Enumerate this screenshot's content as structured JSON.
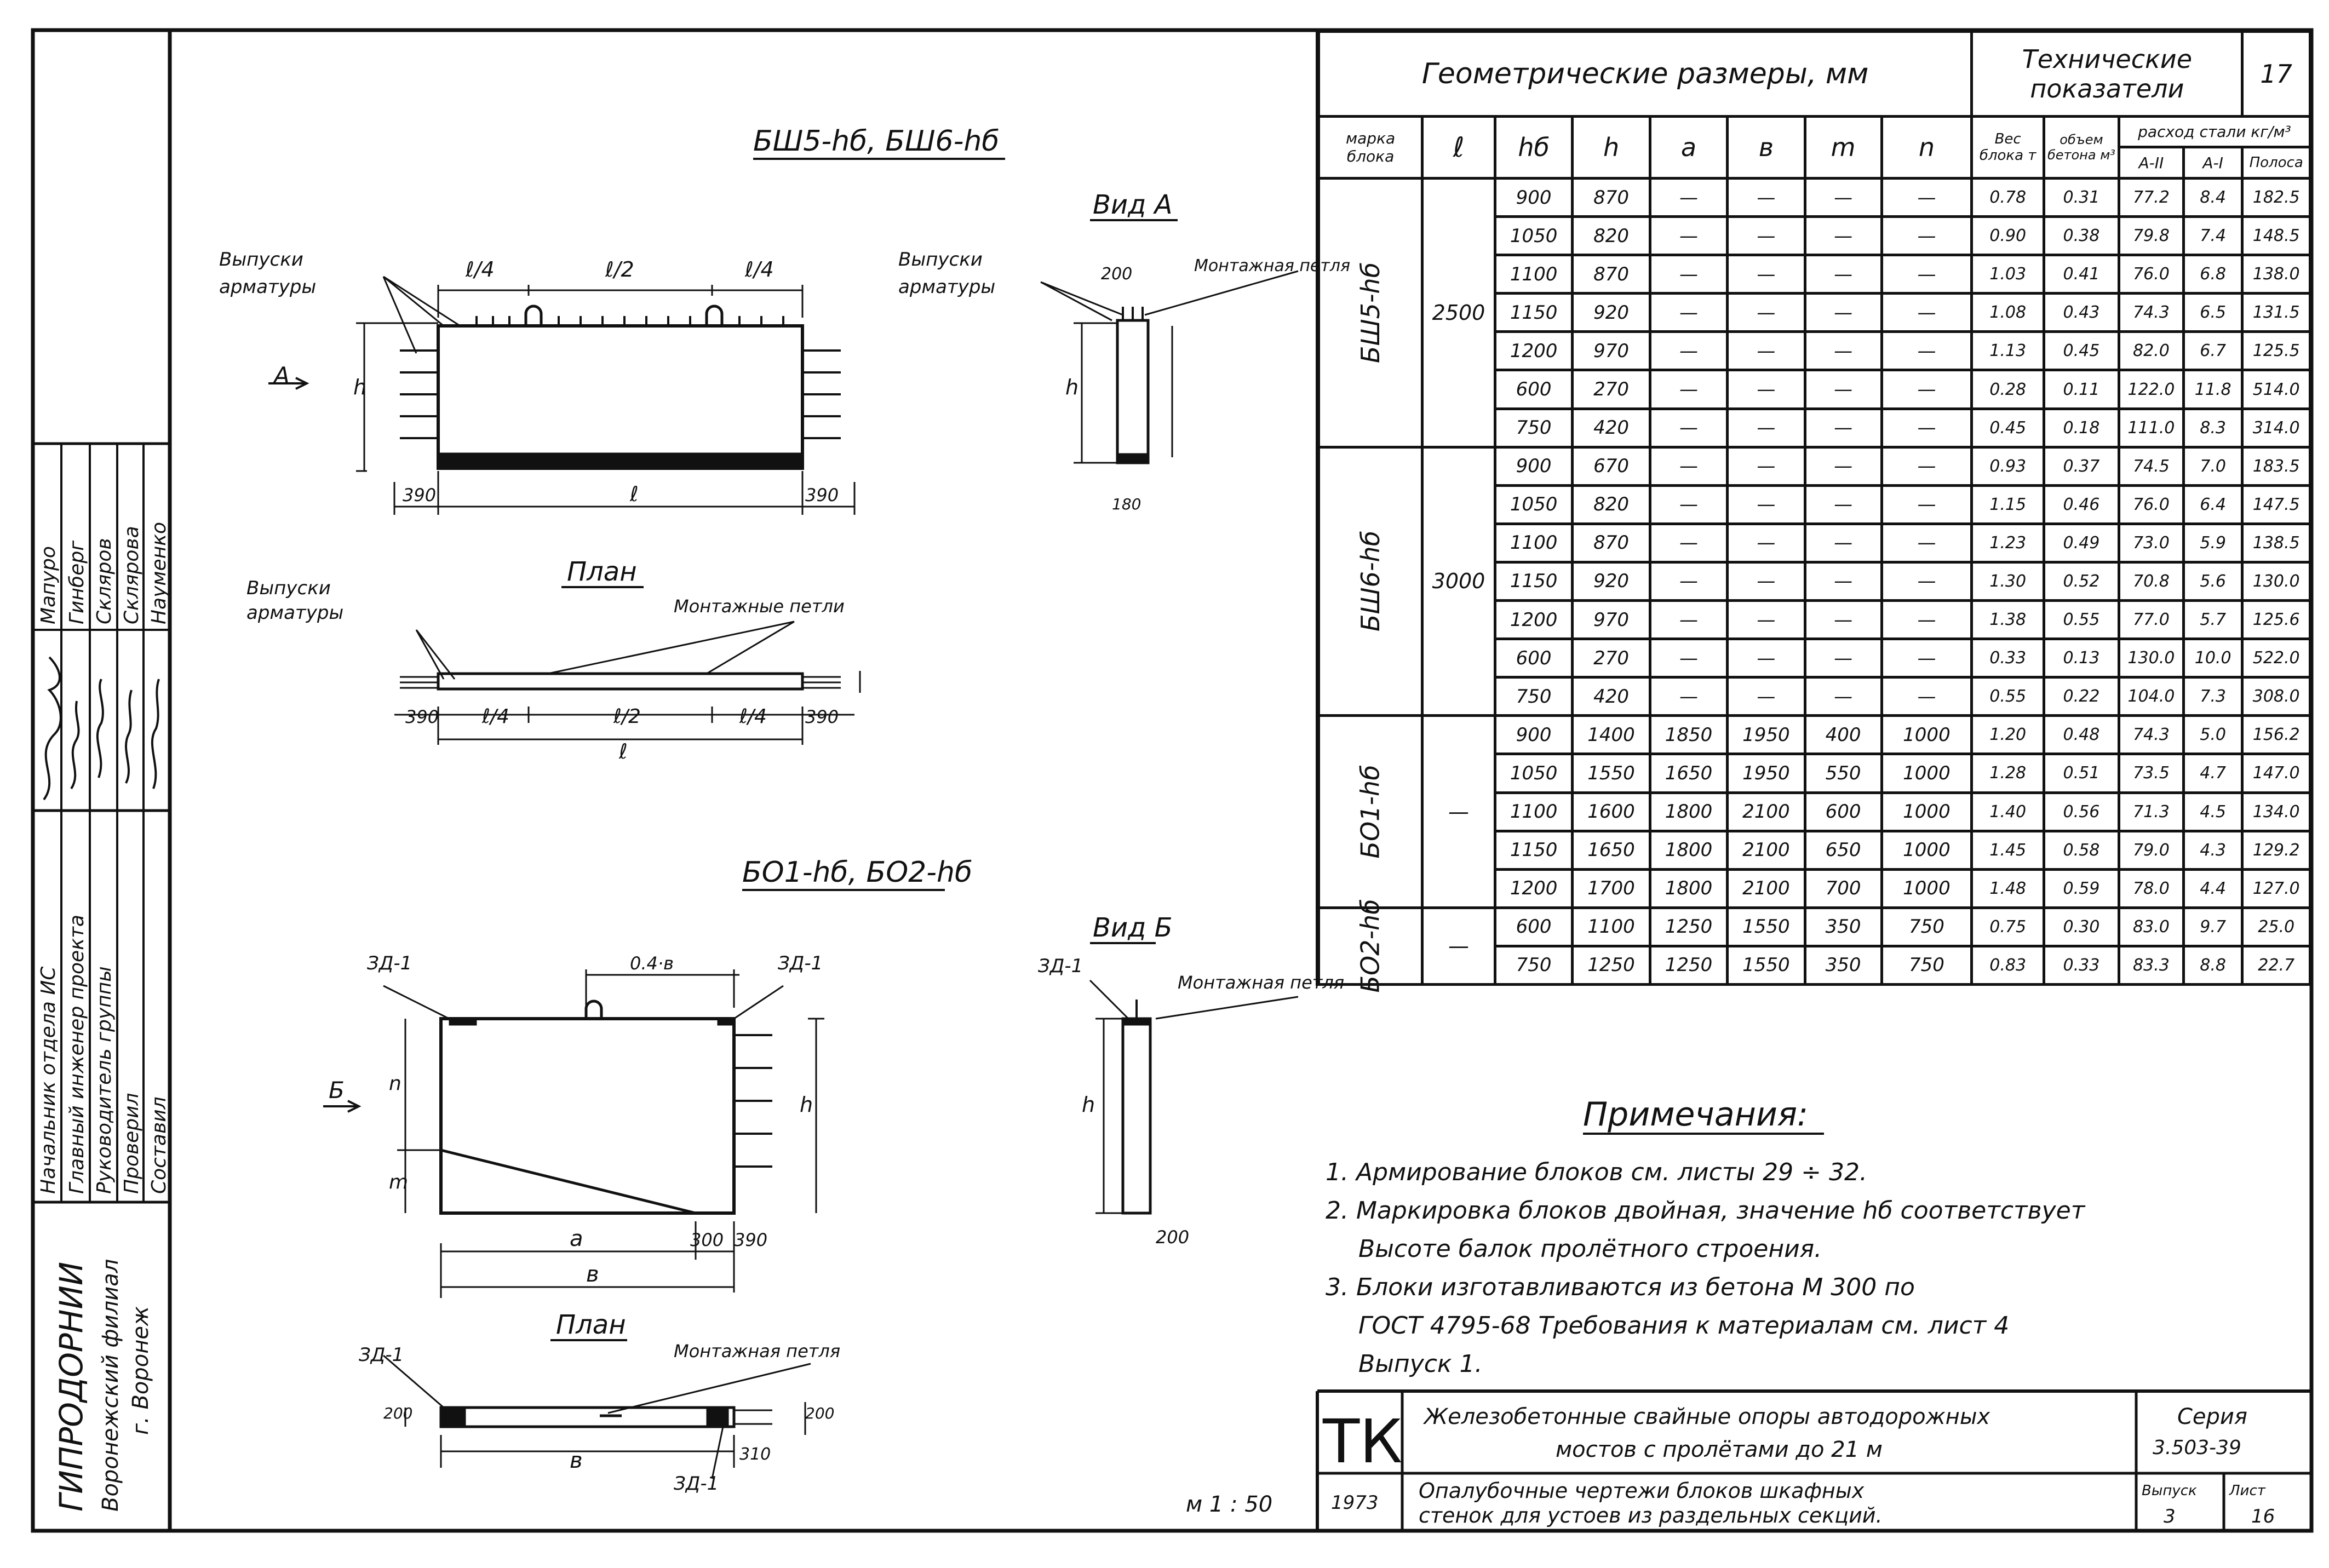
{
  "sheet_number": "17",
  "table": {
    "header_geo": "Геометрические размеры, мм",
    "header_tech": "Технические показатели",
    "col_mark": "марка блока",
    "col_l": "ℓ",
    "col_hb": "hб",
    "col_h": "h",
    "col_a": "a",
    "col_b": "в",
    "col_m": "m",
    "col_n": "n",
    "col_weight": "Вес блока т",
    "col_volume": "объем бетона м³",
    "col_steel": "расход стали кг/м³",
    "col_a2": "А-II",
    "col_a1": "А-I",
    "col_strip": "Полоса",
    "groups": [
      {
        "mark": "БШ5-hб",
        "l": "2500",
        "rows": [
          [
            "900",
            "870",
            "—",
            "—",
            "—",
            "—",
            "0.78",
            "0.31",
            "77.2",
            "8.4",
            "182.5"
          ],
          [
            "1050",
            "820",
            "—",
            "—",
            "—",
            "—",
            "0.90",
            "0.38",
            "79.8",
            "7.4",
            "148.5"
          ],
          [
            "1100",
            "870",
            "—",
            "—",
            "—",
            "—",
            "1.03",
            "0.41",
            "76.0",
            "6.8",
            "138.0"
          ],
          [
            "1150",
            "920",
            "—",
            "—",
            "—",
            "—",
            "1.08",
            "0.43",
            "74.3",
            "6.5",
            "131.5"
          ],
          [
            "1200",
            "970",
            "—",
            "—",
            "—",
            "—",
            "1.13",
            "0.45",
            "82.0",
            "6.7",
            "125.5"
          ],
          [
            "600",
            "270",
            "—",
            "—",
            "—",
            "—",
            "0.28",
            "0.11",
            "122.0",
            "11.8",
            "514.0"
          ],
          [
            "750",
            "420",
            "—",
            "—",
            "—",
            "—",
            "0.45",
            "0.18",
            "111.0",
            "8.3",
            "314.0"
          ]
        ]
      },
      {
        "mark": "БШ6-hб",
        "l": "3000",
        "rows": [
          [
            "900",
            "670",
            "—",
            "—",
            "—",
            "—",
            "0.93",
            "0.37",
            "74.5",
            "7.0",
            "183.5"
          ],
          [
            "1050",
            "820",
            "—",
            "—",
            "—",
            "—",
            "1.15",
            "0.46",
            "76.0",
            "6.4",
            "147.5"
          ],
          [
            "1100",
            "870",
            "—",
            "—",
            "—",
            "—",
            "1.23",
            "0.49",
            "73.0",
            "5.9",
            "138.5"
          ],
          [
            "1150",
            "920",
            "—",
            "—",
            "—",
            "—",
            "1.30",
            "0.52",
            "70.8",
            "5.6",
            "130.0"
          ],
          [
            "1200",
            "970",
            "—",
            "—",
            "—",
            "—",
            "1.38",
            "0.55",
            "77.0",
            "5.7",
            "125.6"
          ],
          [
            "600",
            "270",
            "—",
            "—",
            "—",
            "—",
            "0.33",
            "0.13",
            "130.0",
            "10.0",
            "522.0"
          ],
          [
            "750",
            "420",
            "—",
            "—",
            "—",
            "—",
            "0.55",
            "0.22",
            "104.0",
            "7.3",
            "308.0"
          ]
        ]
      },
      {
        "mark": "БО1-hб",
        "l": "—",
        "rows": [
          [
            "900",
            "1400",
            "1850",
            "1950",
            "400",
            "1000",
            "1.20",
            "0.48",
            "74.3",
            "5.0",
            "156.2"
          ],
          [
            "1050",
            "1550",
            "1650",
            "1950",
            "550",
            "1000",
            "1.28",
            "0.51",
            "73.5",
            "4.7",
            "147.0"
          ],
          [
            "1100",
            "1600",
            "1800",
            "2100",
            "600",
            "1000",
            "1.40",
            "0.56",
            "71.3",
            "4.5",
            "134.0"
          ],
          [
            "1150",
            "1650",
            "1800",
            "2100",
            "650",
            "1000",
            "1.45",
            "0.58",
            "79.0",
            "4.3",
            "129.2"
          ],
          [
            "1200",
            "1700",
            "1800",
            "2100",
            "700",
            "1000",
            "1.48",
            "0.59",
            "78.0",
            "4.4",
            "127.0"
          ]
        ]
      },
      {
        "mark": "БО2-hб",
        "l": "—",
        "rows": [
          [
            "600",
            "1100",
            "1250",
            "1550",
            "350",
            "750",
            "0.75",
            "0.30",
            "83.0",
            "9.7",
            "25.0"
          ],
          [
            "750",
            "1250",
            "1250",
            "1550",
            "350",
            "750",
            "0.83",
            "0.33",
            "83.3",
            "8.8",
            "22.7"
          ]
        ]
      }
    ]
  },
  "notes": {
    "title": "Примечания:",
    "items": [
      "1. Армирование блоков см. листы 29 ÷ 32.",
      "2. Маркировка блоков двойная, значение hб соответствует",
      "Высоте балок пролётного строения.",
      "3. Блоки изготавливаются из бетона М 300 по",
      "ГОСТ 4795-68 Требования к материалам см. лист 4",
      "Выпуск 1."
    ]
  },
  "title_block": {
    "logo": "ТК",
    "project_line1": "Железобетонные свайные опоры автодорожных",
    "project_line2": "мостов с пролётами до 21 м",
    "series_label": "Серия",
    "series_value": "3.503-39",
    "year": "1973",
    "drawing_line1": "Опалубочные чертежи блоков шкафных",
    "drawing_line2": "стенок для устоев из раздельных секций.",
    "issue_label": "Выпуск",
    "issue_value": "3",
    "sheet_label": "Лист",
    "sheet_value": "16",
    "scale": "м 1 : 50"
  },
  "side_stamp": {
    "org_name": "ГИПРОДОРНИИ",
    "org_branch": "Воронежский филиал",
    "org_city": "г. Воронеж",
    "roles": [
      "Начальник отдела ИС",
      "Главный инженер проекта",
      "Руководитель группы",
      "Проверил",
      "Составил"
    ],
    "names": [
      "Мапуро",
      "Гинберг",
      "Скляров",
      "Склярова",
      "Науменко"
    ]
  },
  "drawings": {
    "title_top": "БШ5-hб, БШ6-hб",
    "title_bottom": "БО1-hб, БО2-hб",
    "view_a": "Вид А",
    "view_b": "Вид Б",
    "plan": "План",
    "rebar1": "Выпуски",
    "rebar2": "арматуры",
    "loop_pl": "Монтажные петли",
    "loop_sg": "Монтажная петля",
    "zd": "ЗД-1",
    "arrow_a": "А",
    "arrow_b": "Б"
  }
}
